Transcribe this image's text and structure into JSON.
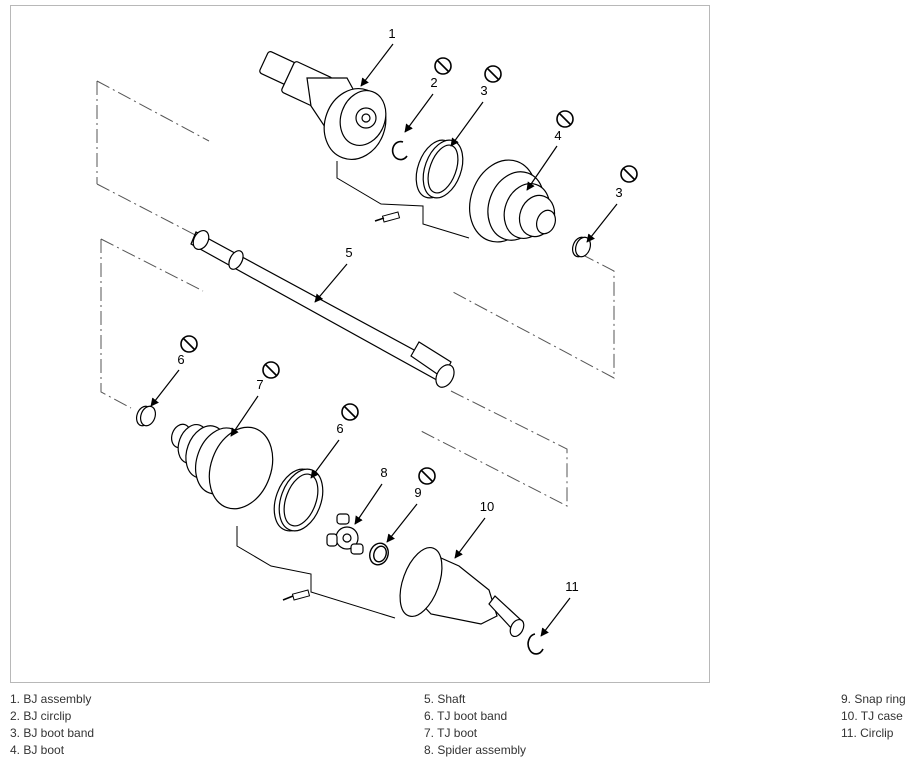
{
  "callouts": [
    "1",
    "2",
    "3",
    "4",
    "3",
    "5",
    "6",
    "7",
    "6",
    "8",
    "9",
    "10",
    "11"
  ],
  "legend": {
    "col1": [
      "1. BJ assembly",
      "2. BJ circlip",
      "3. BJ boot band",
      "4. BJ boot"
    ],
    "col2": [
      "5. Shaft",
      "6. TJ boot band",
      "7. TJ boot",
      "8. Spider assembly"
    ],
    "col3": [
      "9. Snap ring",
      "10. TJ case",
      "11. Circlip"
    ]
  },
  "colors": {
    "line": "#000000",
    "frame": "#b8b8b8",
    "legend_text": "#333333"
  },
  "icons": [
    "no-reuse-icon",
    "grease-tube-icon"
  ]
}
